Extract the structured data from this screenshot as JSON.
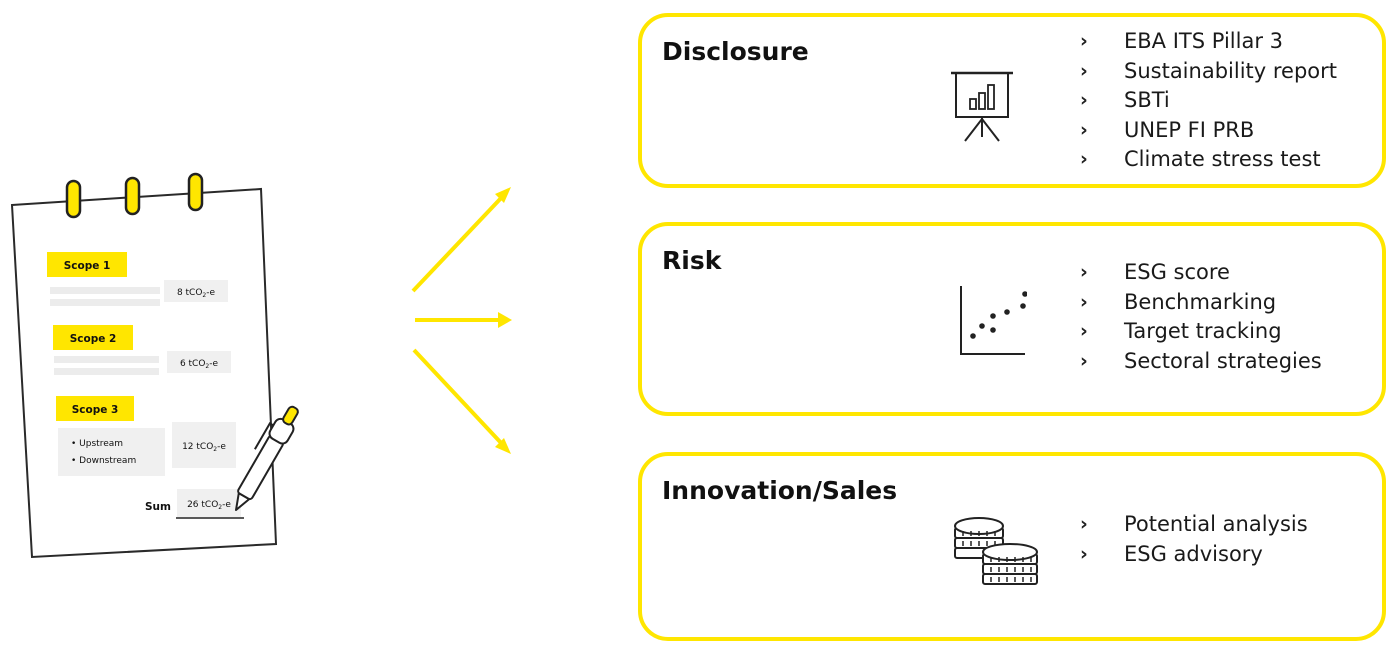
{
  "colors": {
    "accent": "#ffe600",
    "ink": "#222222",
    "paper_line": "#ececec"
  },
  "notepad": {
    "scopes": [
      {
        "label": "Scope 1",
        "value_prefix": "8 tCO",
        "value_sub": "2",
        "value_suffix": "-e"
      },
      {
        "label": "Scope 2",
        "value_prefix": "6 tCO",
        "value_sub": "2",
        "value_suffix": "-e"
      },
      {
        "label": "Scope 3",
        "value_prefix": "12 tCO",
        "value_sub": "2",
        "value_suffix": "-e"
      }
    ],
    "scope3_items": [
      "• Upstream",
      "• Downstream"
    ],
    "sum_label": "Sum",
    "sum_value": {
      "prefix": "26 tCO",
      "sub": "2",
      "suffix": "-e"
    }
  },
  "boxes": [
    {
      "title": "Disclosure",
      "icon": "presentation-chart-icon",
      "items": [
        "EBA ITS Pillar 3",
        "Sustainability report",
        "SBTi",
        "UNEP FI PRB",
        "Climate stress test"
      ]
    },
    {
      "title": "Risk",
      "icon": "scatter-plot-icon",
      "items": [
        "ESG score",
        "Benchmarking",
        "Target tracking",
        "Sectoral strategies"
      ]
    },
    {
      "title": "Innovation/Sales",
      "icon": "coins-icon",
      "items": [
        "Potential analysis",
        "ESG advisory"
      ]
    }
  ],
  "bullet_glyph": "›"
}
